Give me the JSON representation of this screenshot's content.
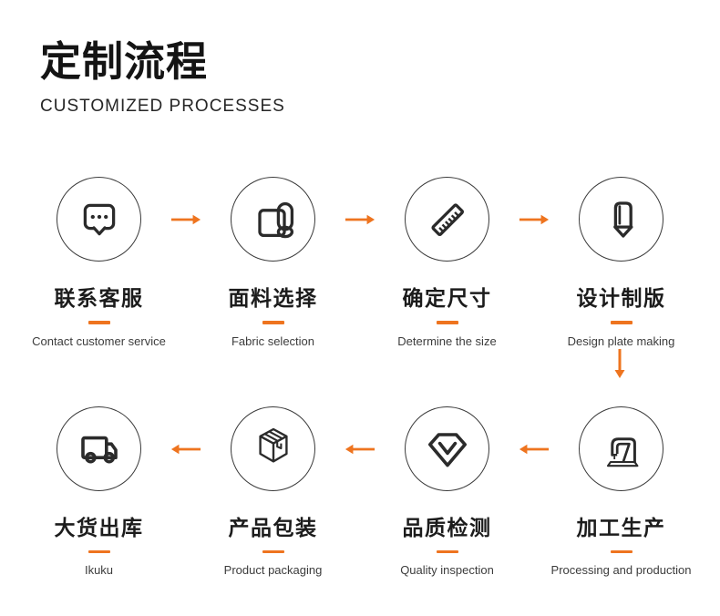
{
  "header": {
    "title": "定制流程",
    "subtitle": "CUSTOMIZED PROCESSES"
  },
  "colors": {
    "accent_orange": "#ee741f",
    "title_ink": "#141414",
    "label_ink": "#1c1c1c",
    "sublabel_ink": "#3c3c3c",
    "icon_stroke": "#2b2b2b"
  },
  "steps": {
    "row1": [
      {
        "zh": "联系客服",
        "en": "Contact customer service",
        "icon": "chat-bubble-icon"
      },
      {
        "zh": "面料选择",
        "en": "Fabric selection",
        "icon": "fabric-roll-icon"
      },
      {
        "zh": "确定尺寸",
        "en": "Determine the size",
        "icon": "ruler-icon"
      },
      {
        "zh": "设计制版",
        "en": "Design plate making",
        "icon": "pen-icon"
      }
    ],
    "row2": [
      {
        "zh": "大货出库",
        "en": "Ikuku",
        "icon": "truck-icon"
      },
      {
        "zh": "产品包装",
        "en": "Product packaging",
        "icon": "package-box-icon"
      },
      {
        "zh": "品质检测",
        "en": "Quality inspection",
        "icon": "diamond-check-icon"
      },
      {
        "zh": "加工生产",
        "en": "Processing and production",
        "icon": "sewing-machine-icon"
      }
    ]
  },
  "arrows": {
    "row1_direction": "right",
    "row2_direction": "left",
    "connector_direction": "down"
  }
}
